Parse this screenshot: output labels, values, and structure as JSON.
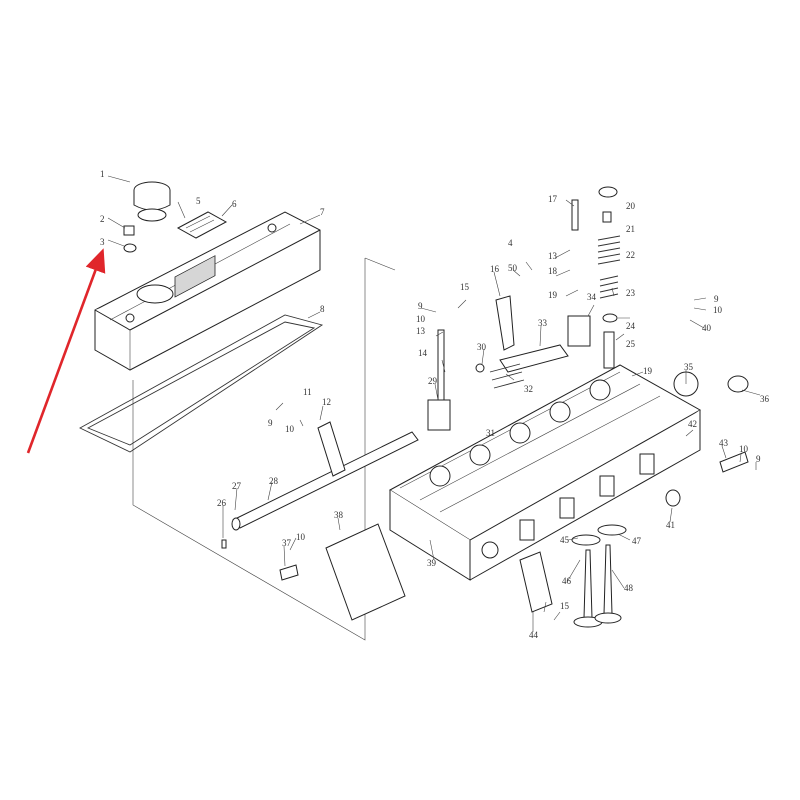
{
  "diagram": {
    "callouts": [
      "1",
      "2",
      "3",
      "4",
      "5",
      "6",
      "7",
      "8",
      "9",
      "10",
      "11",
      "12",
      "13",
      "14",
      "15",
      "16",
      "17",
      "18",
      "19",
      "20",
      "21",
      "22",
      "23",
      "24",
      "25",
      "26",
      "27",
      "28",
      "29",
      "30",
      "31",
      "32",
      "33",
      "34",
      "35",
      "36",
      "37",
      "38",
      "39",
      "40",
      "41",
      "42",
      "43",
      "44",
      "45",
      "46",
      "47",
      "48",
      "50"
    ],
    "highlight": {
      "callout": "3",
      "color": "#e0262b"
    }
  }
}
